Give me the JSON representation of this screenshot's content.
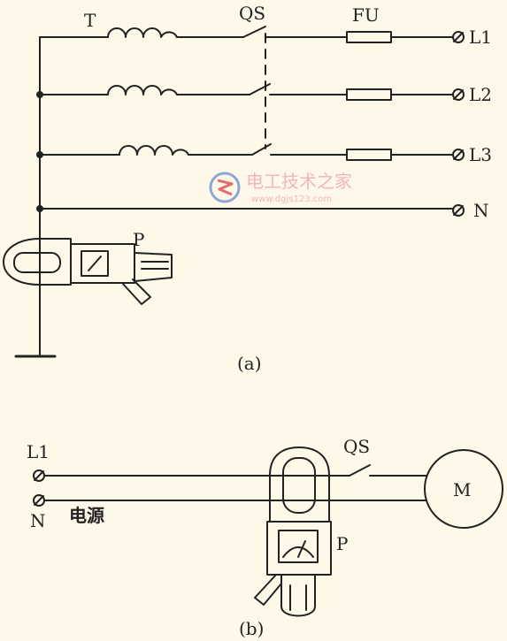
{
  "diagram_a": {
    "transformer_label": "T",
    "switch_label": "QS",
    "fuse_label": "FU",
    "terminals": [
      "L1",
      "L2",
      "L3",
      "N"
    ],
    "meter_label": "P",
    "caption": "(a)"
  },
  "diagram_b": {
    "line_label": "L1",
    "neutral_label": "N",
    "source_label": "电源",
    "switch_label": "QS",
    "meter_label": "P",
    "motor_label": "M",
    "caption": "(b)"
  },
  "watermark": {
    "text": "电工技术之家",
    "url": "www.dgjs123.com",
    "color": "#f2b6b6"
  }
}
